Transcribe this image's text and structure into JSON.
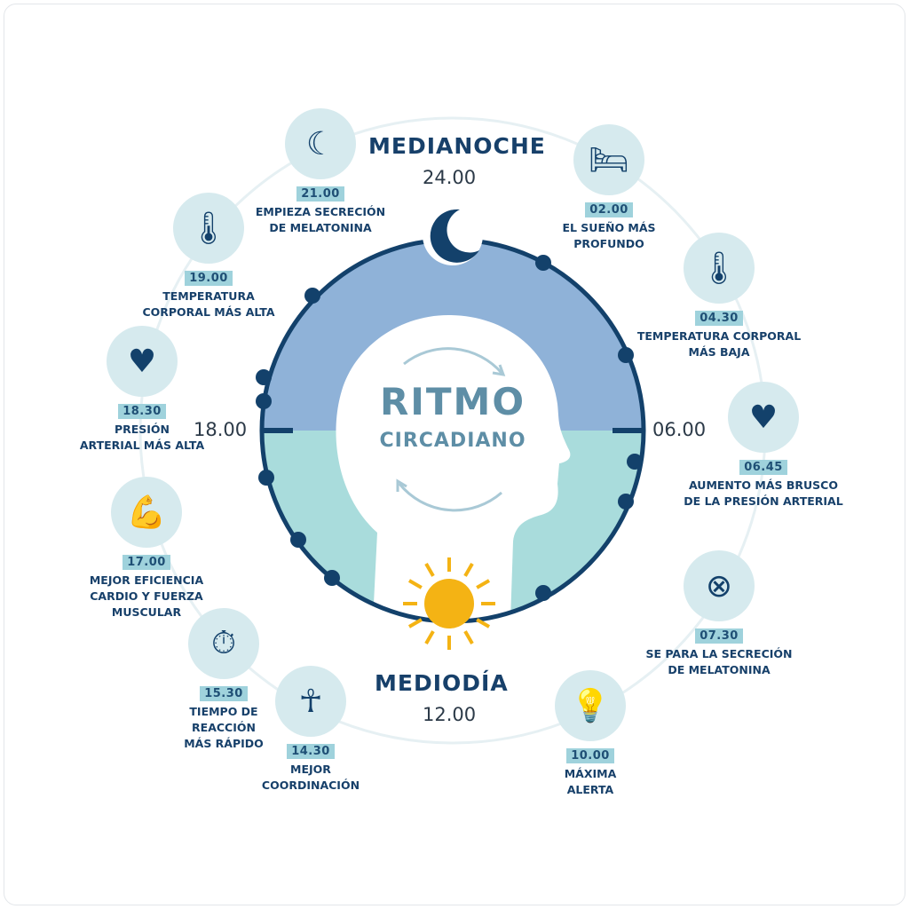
{
  "title": {
    "line1": "RITMO",
    "line2": "CIRCADIANO"
  },
  "midnight": {
    "label": "MEDIANOCHE",
    "time": "24.00"
  },
  "noon": {
    "label": "MEDIODÍA",
    "time": "12.00"
  },
  "hours": {
    "left": "18.00",
    "right": "06.00"
  },
  "items": [
    {
      "time": "21.00",
      "label": "EMPIEZA SECRECIÓN\nDE MELATONINA",
      "icon": "brain-moon-icon"
    },
    {
      "time": "02.00",
      "label": "EL SUEÑO MÁS\nPROFUNDO",
      "icon": "bed-icon"
    },
    {
      "time": "19.00",
      "label": "TEMPERATURA\nCORPORAL MÁS ALTA",
      "icon": "thermometer-person-icon"
    },
    {
      "time": "04.30",
      "label": "TEMPERATURA CORPORAL\nMÁS BAJA",
      "icon": "thermometer-person-icon"
    },
    {
      "time": "18.30",
      "label": "PRESIÓN\nARTERIAL MÁS ALTA",
      "icon": "heart-pulse-icon"
    },
    {
      "time": "06.45",
      "label": "AUMENTO MÁS BRUSCO\nDE LA PRESIÓN ARTERIAL",
      "icon": "heart-plus-icon"
    },
    {
      "time": "17.00",
      "label": "MEJOR EFICIENCIA\nCARDIO Y FUERZA\nMUSCULAR",
      "icon": "muscle-arm-icon"
    },
    {
      "time": "07.30",
      "label": "SE PARA LA SECRECIÓN\nDE MELATONINA",
      "icon": "brain-x-icon"
    },
    {
      "time": "15.30",
      "label": "TIEMPO DE\nREACCIÓN\nMÁS RÁPIDO",
      "icon": "stopwatch-icon"
    },
    {
      "time": "10.00",
      "label": "MÁXIMA\nALERTA",
      "icon": "lightbulb-icon"
    },
    {
      "time": "14.30",
      "label": "MEJOR\nCOORDINACIÓN",
      "icon": "yoga-pose-icon"
    }
  ],
  "colors": {
    "night": "#8fb2d8",
    "day": "#a9dcdc",
    "ring": "#13416b",
    "sun": "#f4b314",
    "icon_bg": "#d6eaee"
  }
}
